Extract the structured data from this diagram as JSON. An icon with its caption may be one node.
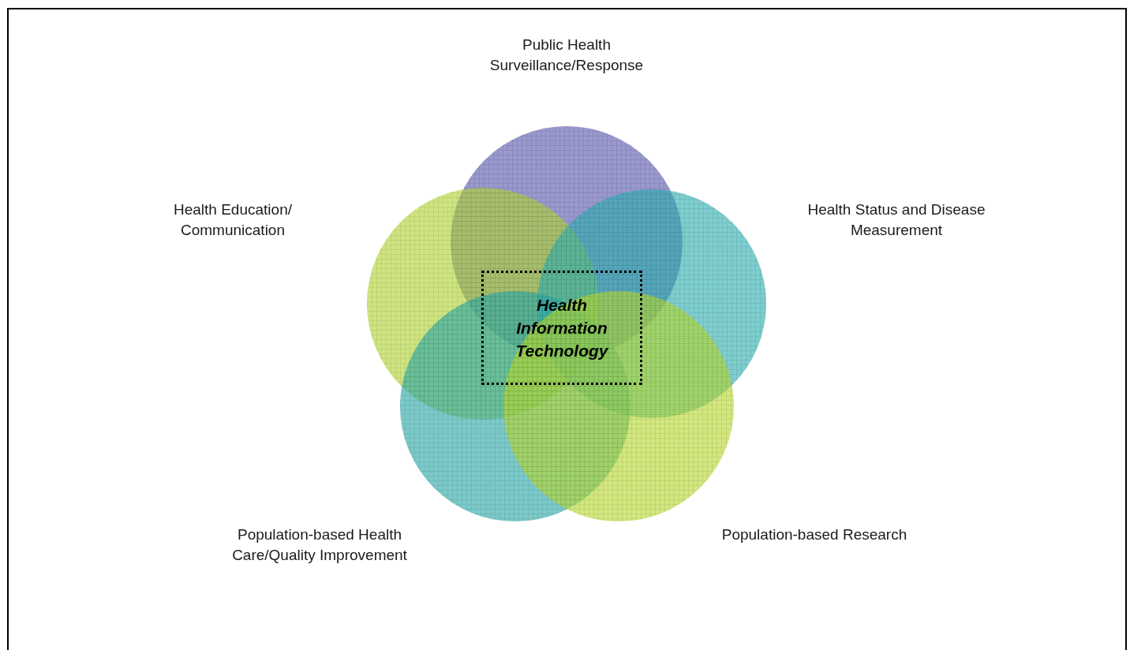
{
  "diagram": {
    "nodes": [
      {
        "text": [
          "Public Health Surveillance/Response"
        ]
      },
      {
        "text": [
          "Health Education/ Communication"
        ]
      },
      {
        "text": [
          "Health Status and Disease Measurement"
        ]
      },
      {
        "text": [
          "Population-based Health Care/Quality Improvement"
        ]
      },
      {
        "text": [
          "Population-based Research"
        ]
      },
      {
        "text": [
          "Health Information Technology"
        ]
      }
    ]
  }
}
